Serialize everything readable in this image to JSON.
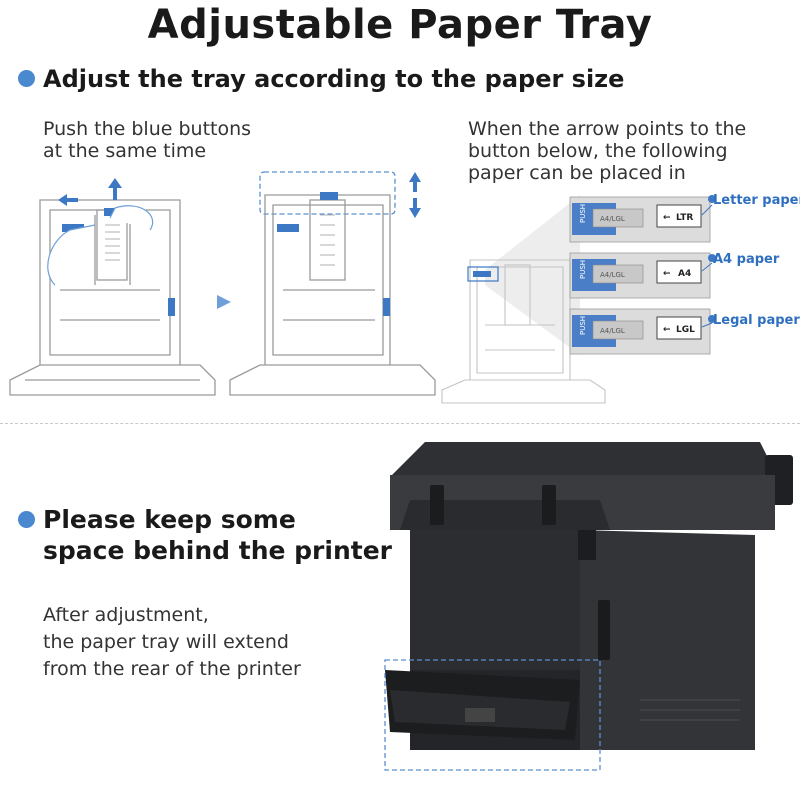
{
  "title": "Adjustable Paper Tray",
  "section1": {
    "heading": "Adjust the tray according to the paper size",
    "left_caption_line1": "Push the blue buttons",
    "left_caption_line2": "at the same time",
    "right_caption_line1": "When the arrow points to the",
    "right_caption_line2": "button below, the following",
    "right_caption_line3": "paper can be placed in",
    "options": [
      {
        "label": "Letter paper",
        "tag": "LTR"
      },
      {
        "label": "A4 paper",
        "tag": "A4"
      },
      {
        "label": "Legal paper",
        "tag": "LGL"
      }
    ],
    "slider_text": "A4/LGL",
    "push_text": "PUSH"
  },
  "section2": {
    "heading_line1": "Please keep some",
    "heading_line2": "space behind the printer",
    "body_line1": "After adjustment,",
    "body_line2": "the paper tray will extend",
    "body_line3": "from the rear of the printer"
  },
  "colors": {
    "accent": "#4a88d0",
    "label_blue": "#2f6fbf",
    "printer_body": "#2a2b2e",
    "tray_line": "#9a9a9a"
  }
}
